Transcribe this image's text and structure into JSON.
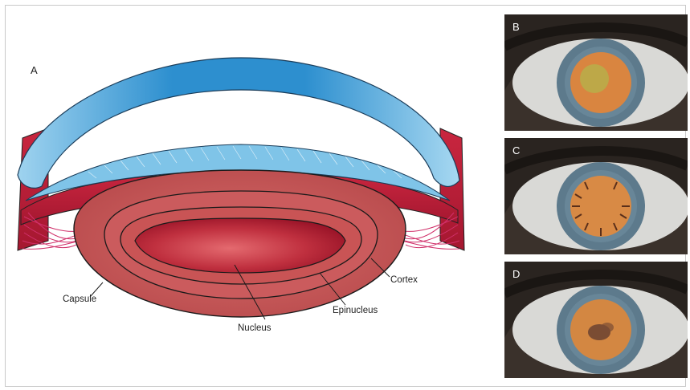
{
  "figure": {
    "panel_a": {
      "label": "A",
      "labels": {
        "capsule": "Capsule",
        "nucleus": "Nucleus",
        "epinucleus": "Epinucleus",
        "cortex": "Cortex"
      }
    },
    "photos": [
      {
        "label": "B",
        "cataract": "nuclear"
      },
      {
        "label": "C",
        "cataract": "cortical"
      },
      {
        "label": "D",
        "cataract": "posterior-subcapsular"
      }
    ]
  },
  "colors": {
    "cornea": "#3f9fd6",
    "iris": "#b8243f",
    "lens": "#c85c5c",
    "nucleus": "#b8203a",
    "zonules": "#d0306a",
    "skin": "#2a2420",
    "cataract": "#e08a3c"
  }
}
